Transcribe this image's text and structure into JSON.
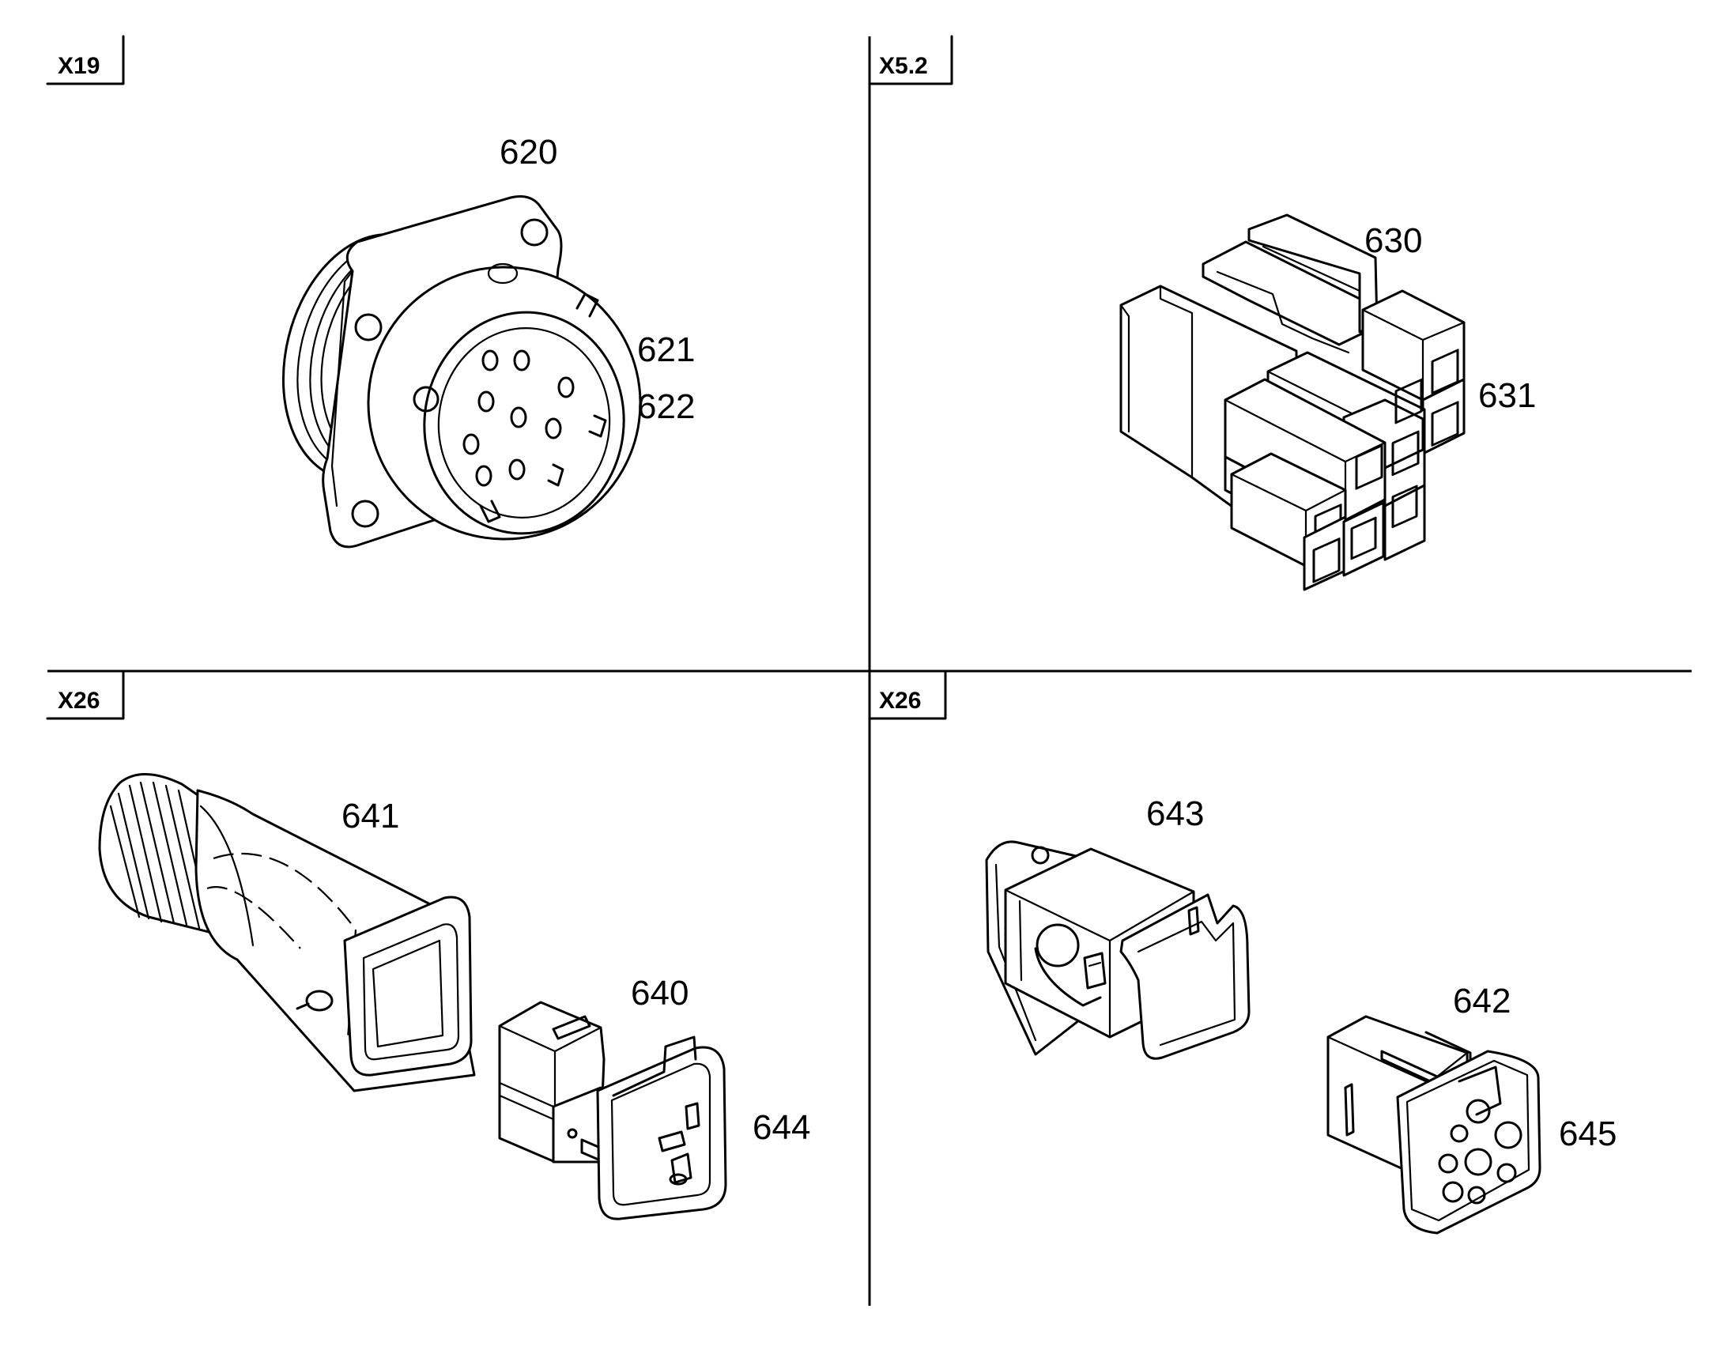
{
  "sections": [
    {
      "tag": "X19",
      "parts": [
        "620",
        "621",
        "622"
      ]
    },
    {
      "tag": "X5.2",
      "parts": [
        "630",
        "631"
      ]
    },
    {
      "tag": "X26",
      "parts": [
        "641",
        "640",
        "644"
      ]
    },
    {
      "tag": "X26",
      "parts": [
        "643",
        "642",
        "645"
      ]
    }
  ],
  "colors": {
    "line": "#000000",
    "background": "#ffffff"
  }
}
